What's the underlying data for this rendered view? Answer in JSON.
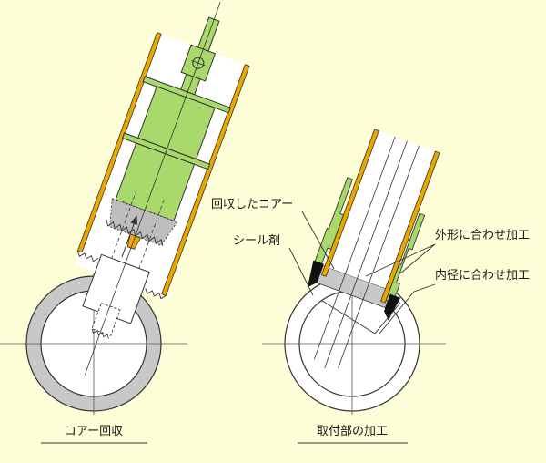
{
  "left_diagram": {
    "caption": "コアー回収"
  },
  "right_diagram": {
    "caption": "取付部の加工",
    "labels": {
      "core_recovered": "回収したコアー",
      "sealant": "シール剤",
      "outer_fit": "外形に合わせ加工",
      "inner_fit": "内径に合わせ加工"
    }
  },
  "colors": {
    "background": "#fdfdd8",
    "pipe_wall": "#c8c8c8",
    "casing_stripe": "#e8a800",
    "tool_green": "#a9d86b",
    "core_orange": "#f0a800",
    "sealant_black": "#111111",
    "hatch_grey": "#bdbdbd"
  }
}
